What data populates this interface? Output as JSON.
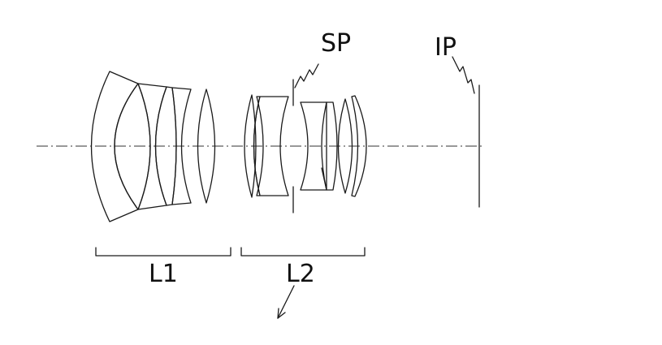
{
  "labels": {
    "stop": "SP",
    "image_plane": "IP",
    "group_1": "L1",
    "group_2": "L2"
  },
  "colors": {
    "line": "#1a1a1a",
    "background": "#ffffff"
  }
}
